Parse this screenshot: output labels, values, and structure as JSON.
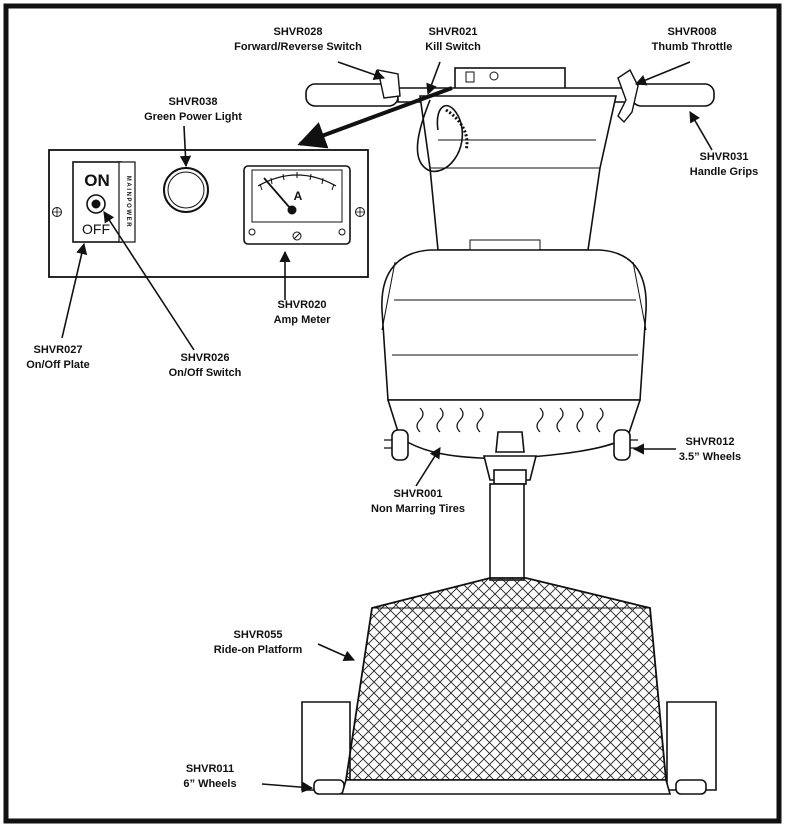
{
  "panel": {
    "on_text": "ON",
    "off_text": "OFF",
    "main_power_text": "MAINPOWER",
    "meter_unit": "A"
  },
  "callouts": {
    "shvr028": {
      "code": "SHVR028",
      "name": "Forward/Reverse Switch"
    },
    "shvr021": {
      "code": "SHVR021",
      "name": "Kill Switch"
    },
    "shvr008": {
      "code": "SHVR008",
      "name": "Thumb Throttle"
    },
    "shvr038": {
      "code": "SHVR038",
      "name": "Green Power Light"
    },
    "shvr031": {
      "code": "SHVR031",
      "name": "Handle Grips"
    },
    "shvr020": {
      "code": "SHVR020",
      "name": "Amp Meter"
    },
    "shvr027": {
      "code": "SHVR027",
      "name": "On/Off Plate"
    },
    "shvr026": {
      "code": "SHVR026",
      "name": "On/Off Switch"
    },
    "shvr012": {
      "code": "SHVR012",
      "name": "3.5” Wheels"
    },
    "shvr001": {
      "code": "SHVR001",
      "name": "Non Marring Tires"
    },
    "shvr055": {
      "code": "SHVR055",
      "name": "Ride-on Platform"
    },
    "shvr011": {
      "code": "SHVR011",
      "name": "6” Wheels"
    }
  }
}
